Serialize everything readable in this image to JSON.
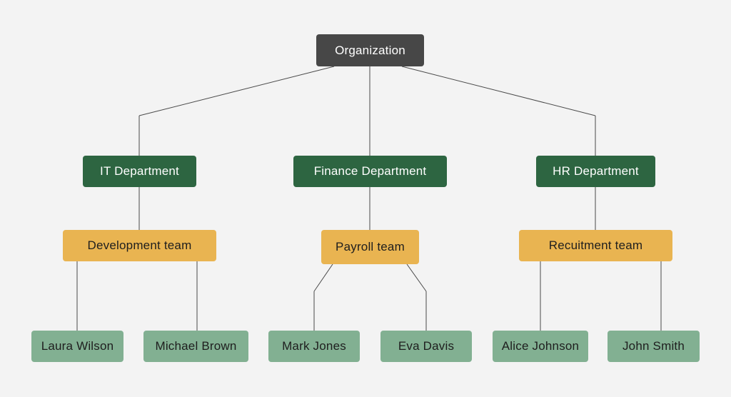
{
  "colors": {
    "background": "#f3f3f3",
    "root": "#474747",
    "department": "#2d6541",
    "team": "#e9b451",
    "person": "#82b092",
    "connector": "#4a4a4a"
  },
  "org": {
    "root": "Organization",
    "departments": [
      {
        "label": "IT Department",
        "team": "Development team",
        "members": [
          "Laura Wilson",
          "Michael Brown"
        ]
      },
      {
        "label": "Finance Department",
        "team": "Payroll team",
        "members": [
          "Mark Jones",
          "Eva Davis"
        ]
      },
      {
        "label": "HR Department",
        "team": "Recuitment team",
        "members": [
          "Alice Johnson",
          "John Smith"
        ]
      }
    ]
  }
}
